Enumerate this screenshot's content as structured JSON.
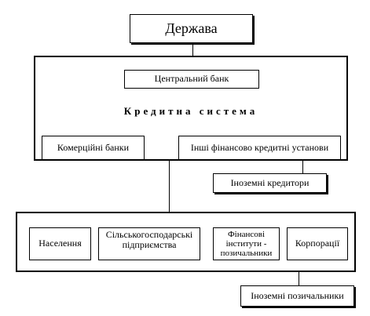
{
  "state": {
    "label": "Держава"
  },
  "credit_system": {
    "title": "Кредитна система",
    "central_bank": "Центральний банк",
    "commercial_banks": "Комерційні банки",
    "other_institutions": "Інші фінансово кредитні установи",
    "foreign_creditors": "Іноземні кредитори"
  },
  "borrowers": {
    "population": "Населення",
    "agricultural": "Сільськогосподарські підприємства",
    "financial_institutions": "Фінансові інститути - позичальники",
    "corporations": "Корпорації",
    "foreign_borrowers": "Іноземні позичальники"
  }
}
